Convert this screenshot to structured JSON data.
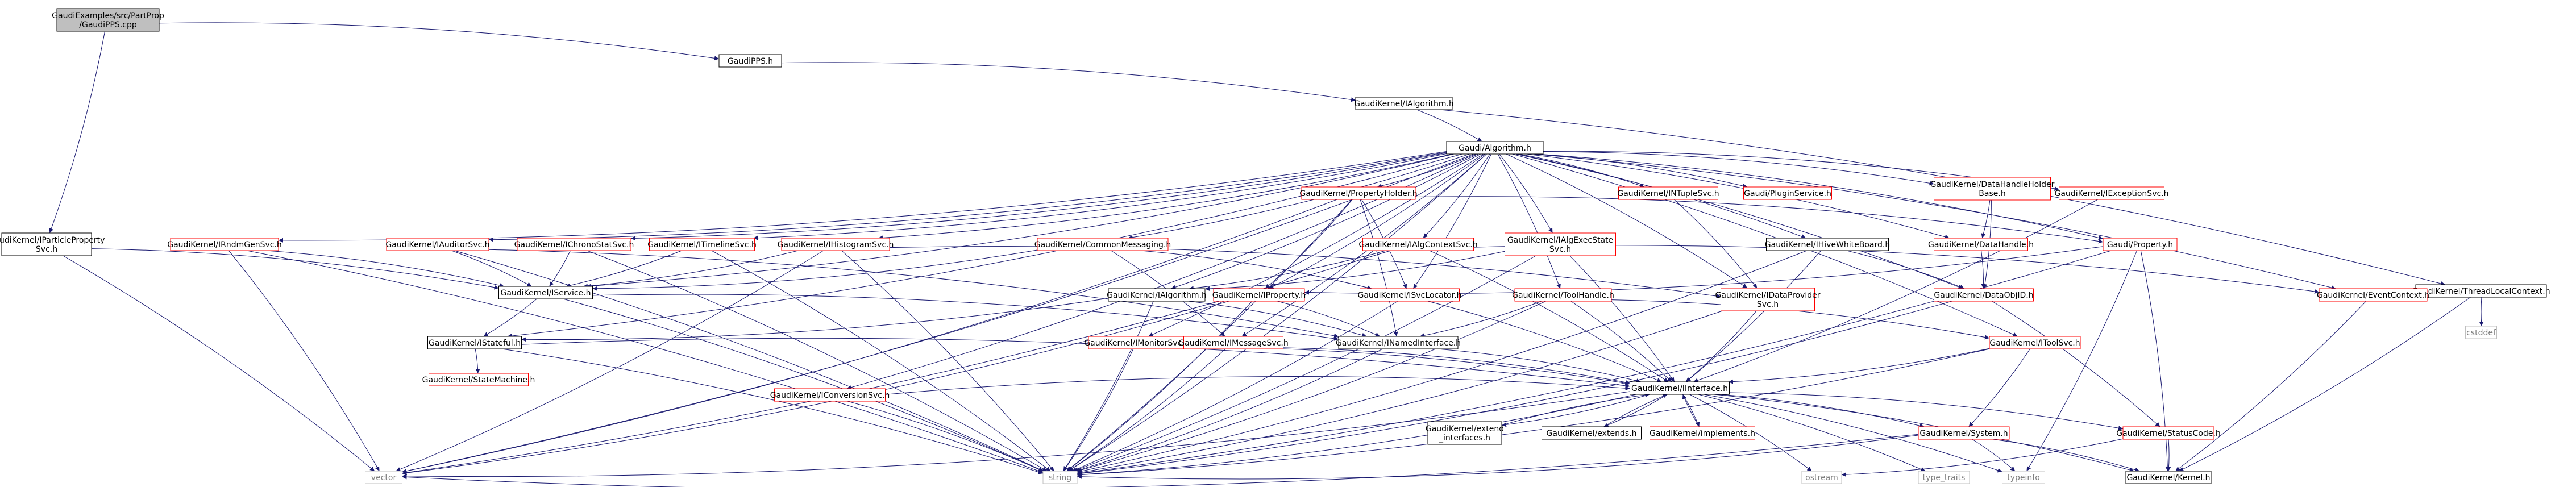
{
  "colors": {
    "edge": "#191970",
    "red_text": "#ff0000",
    "black_text": "#000000",
    "root_fill": "#bfbfbf",
    "node_fill": "#ffffff",
    "missing_border": "#bfbfbf",
    "missing_text": "#808080"
  },
  "nodes": [
    {
      "id": "root",
      "lines": [
        "GaudiExamples/src/PartProp",
        "/GaudiPPS.cpp"
      ],
      "style": "root"
    },
    {
      "id": "pps",
      "lines": [
        "GaudiPPS.h"
      ],
      "style": "black"
    },
    {
      "id": "ialg",
      "lines": [
        "GaudiKernel/IAlgorithm.h"
      ],
      "style": "black"
    },
    {
      "id": "ppsvc",
      "lines": [
        "GaudiKernel/IParticleProperty",
        "Svc.h"
      ],
      "style": "black"
    },
    {
      "id": "galg",
      "lines": [
        "Gaudi/Algorithm.h"
      ],
      "style": "black"
    },
    {
      "id": "tlc",
      "lines": [
        "GaudiKernel/ThreadLocalContext.h"
      ],
      "style": "black"
    },
    {
      "id": "rndm",
      "lines": [
        "GaudiKernel/IRndmGenSvc.h"
      ],
      "style": "red"
    },
    {
      "id": "audsvc",
      "lines": [
        "GaudiKernel/IAuditorSvc.h"
      ],
      "style": "red"
    },
    {
      "id": "chrono",
      "lines": [
        "GaudiKernel/IChronoStatSvc.h"
      ],
      "style": "red"
    },
    {
      "id": "timeline",
      "lines": [
        "GaudiKernel/ITimelineSvc.h"
      ],
      "style": "red"
    },
    {
      "id": "histo",
      "lines": [
        "GaudiKernel/IHistogramSvc.h"
      ],
      "style": "red"
    },
    {
      "id": "proph",
      "lines": [
        "GaudiKernel/PropertyHolder.h"
      ],
      "style": "red"
    },
    {
      "id": "cmsg",
      "lines": [
        "GaudiKernel/CommonMessaging.h"
      ],
      "style": "red"
    },
    {
      "id": "algctx",
      "lines": [
        "GaudiKernel/IAlgContextSvc.h"
      ],
      "style": "red"
    },
    {
      "id": "algexec",
      "lines": [
        "GaudiKernel/IAlgExecState",
        "Svc.h"
      ],
      "style": "red"
    },
    {
      "id": "ntuple",
      "lines": [
        "GaudiKernel/INTupleSvc.h"
      ],
      "style": "red"
    },
    {
      "id": "plugin",
      "lines": [
        "Gaudi/PluginService.h"
      ],
      "style": "red"
    },
    {
      "id": "iwb",
      "lines": [
        "GaudiKernel/IHiveWhiteBoard.h"
      ],
      "style": "black"
    },
    {
      "id": "dhh",
      "lines": [
        "GaudiKernel/DataHandleHolder",
        "Base.h"
      ],
      "style": "red"
    },
    {
      "id": "exc",
      "lines": [
        "GaudiKernel/IExceptionSvc.h"
      ],
      "style": "red"
    },
    {
      "id": "gprop",
      "lines": [
        "Gaudi/Property.h"
      ],
      "style": "red"
    },
    {
      "id": "evctx",
      "lines": [
        "GaudiKernel/EventContext.h"
      ],
      "style": "red"
    },
    {
      "id": "isvc",
      "lines": [
        "GaudiKernel/IService.h"
      ],
      "style": "black"
    },
    {
      "id": "ialg2",
      "lines": [
        "GaudiKernel/IAlgorithm.h"
      ],
      "style": "black"
    },
    {
      "id": "iprop",
      "lines": [
        "GaudiKernel/IProperty.h"
      ],
      "style": "red"
    },
    {
      "id": "isvcloc",
      "lines": [
        "GaudiKernel/ISvcLocator.h"
      ],
      "style": "red"
    },
    {
      "id": "toolh",
      "lines": [
        "GaudiKernel/ToolHandle.h"
      ],
      "style": "red"
    },
    {
      "id": "idp",
      "lines": [
        "GaudiKernel/IDataProvider",
        "Svc.h"
      ],
      "style": "red"
    },
    {
      "id": "dh",
      "lines": [
        "GaudiKernel/DataHandle.h"
      ],
      "style": "red"
    },
    {
      "id": "dobjid",
      "lines": [
        "GaudiKernel/DataObjID.h"
      ],
      "style": "red"
    },
    {
      "id": "cstddef",
      "lines": [
        "cstddef"
      ],
      "style": "missing"
    },
    {
      "id": "istate",
      "lines": [
        "GaudiKernel/IStateful.h"
      ],
      "style": "black"
    },
    {
      "id": "imon",
      "lines": [
        "GaudiKernel/IMonitorSvc.h"
      ],
      "style": "red"
    },
    {
      "id": "imsg",
      "lines": [
        "GaudiKernel/IMessageSvc.h"
      ],
      "style": "red"
    },
    {
      "id": "inamed",
      "lines": [
        "GaudiKernel/INamedInterface.h"
      ],
      "style": "black"
    },
    {
      "id": "itool",
      "lines": [
        "GaudiKernel/IToolSvc.h"
      ],
      "style": "red"
    },
    {
      "id": "sm",
      "lines": [
        "GaudiKernel/StateMachine.h"
      ],
      "style": "red"
    },
    {
      "id": "iconv",
      "lines": [
        "GaudiKernel/IConversionSvc.h"
      ],
      "style": "red"
    },
    {
      "id": "iiface",
      "lines": [
        "GaudiKernel/IInterface.h"
      ],
      "style": "black"
    },
    {
      "id": "extif",
      "lines": [
        "GaudiKernel/extend",
        "_interfaces.h"
      ],
      "style": "black"
    },
    {
      "id": "extends",
      "lines": [
        "GaudiKernel/extends.h"
      ],
      "style": "black"
    },
    {
      "id": "impl",
      "lines": [
        "GaudiKernel/implements.h"
      ],
      "style": "red"
    },
    {
      "id": "system",
      "lines": [
        "GaudiKernel/System.h"
      ],
      "style": "red"
    },
    {
      "id": "sc",
      "lines": [
        "GaudiKernel/StatusCode.h"
      ],
      "style": "red"
    },
    {
      "id": "vector",
      "lines": [
        "vector"
      ],
      "style": "missing"
    },
    {
      "id": "string",
      "lines": [
        "string"
      ],
      "style": "missing"
    },
    {
      "id": "ostream",
      "lines": [
        "ostream"
      ],
      "style": "missing"
    },
    {
      "id": "typetraits",
      "lines": [
        "type_traits"
      ],
      "style": "missing"
    },
    {
      "id": "typeinfo",
      "lines": [
        "typeinfo"
      ],
      "style": "missing"
    },
    {
      "id": "kernel",
      "lines": [
        "GaudiKernel/Kernel.h"
      ],
      "style": "black"
    }
  ],
  "edges": [
    [
      "root",
      "pps"
    ],
    [
      "root",
      "ppsvc"
    ],
    [
      "pps",
      "ialg"
    ],
    [
      "ialg",
      "galg"
    ],
    [
      "ialg",
      "tlc"
    ],
    [
      "ppsvc",
      "isvc"
    ],
    [
      "ppsvc",
      "vector"
    ],
    [
      "galg",
      "rndm"
    ],
    [
      "galg",
      "audsvc"
    ],
    [
      "galg",
      "chrono"
    ],
    [
      "galg",
      "timeline"
    ],
    [
      "galg",
      "histo"
    ],
    [
      "galg",
      "proph"
    ],
    [
      "galg",
      "cmsg"
    ],
    [
      "galg",
      "algctx"
    ],
    [
      "galg",
      "algexec"
    ],
    [
      "galg",
      "ntuple"
    ],
    [
      "galg",
      "plugin"
    ],
    [
      "galg",
      "iwb"
    ],
    [
      "galg",
      "dhh"
    ],
    [
      "galg",
      "exc"
    ],
    [
      "galg",
      "gprop"
    ],
    [
      "galg",
      "evctx"
    ],
    [
      "galg",
      "isvc"
    ],
    [
      "galg",
      "ialg2"
    ],
    [
      "galg",
      "iprop"
    ],
    [
      "galg",
      "isvcloc"
    ],
    [
      "galg",
      "toolh"
    ],
    [
      "galg",
      "idp"
    ],
    [
      "galg",
      "dh"
    ],
    [
      "galg",
      "dobjid"
    ],
    [
      "galg",
      "istate"
    ],
    [
      "galg",
      "imon"
    ],
    [
      "galg",
      "imsg"
    ],
    [
      "galg",
      "itool"
    ],
    [
      "galg",
      "iconv"
    ],
    [
      "galg",
      "vector"
    ],
    [
      "galg",
      "string"
    ],
    [
      "tlc",
      "evctx"
    ],
    [
      "tlc",
      "cstddef"
    ],
    [
      "tlc",
      "kernel"
    ],
    [
      "rndm",
      "isvc"
    ],
    [
      "rndm",
      "vector"
    ],
    [
      "rndm",
      "string"
    ],
    [
      "audsvc",
      "isvc"
    ],
    [
      "audsvc",
      "inamed"
    ],
    [
      "audsvc",
      "string"
    ],
    [
      "chrono",
      "isvc"
    ],
    [
      "chrono",
      "string"
    ],
    [
      "timeline",
      "isvc"
    ],
    [
      "timeline",
      "string"
    ],
    [
      "histo",
      "isvc"
    ],
    [
      "histo",
      "string"
    ],
    [
      "histo",
      "vector"
    ],
    [
      "histo",
      "idp"
    ],
    [
      "proph",
      "gprop"
    ],
    [
      "proph",
      "iprop"
    ],
    [
      "proph",
      "inamed"
    ],
    [
      "proph",
      "isvcloc"
    ],
    [
      "proph",
      "string"
    ],
    [
      "proph",
      "vector"
    ],
    [
      "cmsg",
      "imsg"
    ],
    [
      "cmsg",
      "isvc"
    ],
    [
      "cmsg",
      "isvcloc"
    ],
    [
      "algctx",
      "ialg2"
    ],
    [
      "algctx",
      "iiface"
    ],
    [
      "algctx",
      "evctx"
    ],
    [
      "algctx",
      "vector"
    ],
    [
      "algexec",
      "iiface"
    ],
    [
      "algexec",
      "string"
    ],
    [
      "algexec",
      "ialg2"
    ],
    [
      "ntuple",
      "idp"
    ],
    [
      "iwb",
      "iiface"
    ],
    [
      "iwb",
      "dobjid"
    ],
    [
      "iwb",
      "string"
    ],
    [
      "dhh",
      "dh"
    ],
    [
      "dhh",
      "dobjid"
    ],
    [
      "exc",
      "iiface"
    ],
    [
      "gprop",
      "iprop"
    ],
    [
      "gprop",
      "string"
    ],
    [
      "gprop",
      "kernel"
    ],
    [
      "gprop",
      "typeinfo"
    ],
    [
      "evctx",
      "kernel"
    ],
    [
      "isvc",
      "istate"
    ],
    [
      "isvc",
      "inamed"
    ],
    [
      "isvc",
      "string"
    ],
    [
      "ialg2",
      "inamed"
    ],
    [
      "ialg2",
      "istate"
    ],
    [
      "ialg2",
      "string"
    ],
    [
      "iprop",
      "inamed"
    ],
    [
      "iprop",
      "string"
    ],
    [
      "iprop",
      "vector"
    ],
    [
      "isvcloc",
      "iiface"
    ],
    [
      "isvcloc",
      "string"
    ],
    [
      "toolh",
      "inamed"
    ],
    [
      "toolh",
      "itool"
    ],
    [
      "toolh",
      "iiface"
    ],
    [
      "toolh",
      "string"
    ],
    [
      "idp",
      "iiface"
    ],
    [
      "idp",
      "string"
    ],
    [
      "dh",
      "dobjid"
    ],
    [
      "dobjid",
      "sc"
    ],
    [
      "dobjid",
      "string"
    ],
    [
      "istate",
      "iiface"
    ],
    [
      "istate",
      "sm"
    ],
    [
      "istate",
      "string"
    ],
    [
      "imon",
      "iiface"
    ],
    [
      "imon",
      "string"
    ],
    [
      "imsg",
      "iiface"
    ],
    [
      "imsg",
      "string"
    ],
    [
      "inamed",
      "iiface"
    ],
    [
      "inamed",
      "string"
    ],
    [
      "itool",
      "iiface"
    ],
    [
      "itool",
      "system"
    ],
    [
      "itool",
      "string"
    ],
    [
      "iconv",
      "iiface"
    ],
    [
      "iconv",
      "string"
    ],
    [
      "iiface",
      "system"
    ],
    [
      "iiface",
      "sc"
    ],
    [
      "iiface",
      "kernel"
    ],
    [
      "iiface",
      "string"
    ],
    [
      "iiface",
      "ostream"
    ],
    [
      "iiface",
      "typetraits"
    ],
    [
      "iiface",
      "typeinfo"
    ],
    [
      "iiface",
      "vector"
    ],
    [
      "iiface",
      "extif"
    ],
    [
      "iiface",
      "extends"
    ],
    [
      "iiface",
      "impl"
    ],
    [
      "extif",
      "iiface"
    ],
    [
      "extends",
      "iiface"
    ],
    [
      "impl",
      "iiface"
    ],
    [
      "system",
      "kernel"
    ],
    [
      "system",
      "string"
    ],
    [
      "system",
      "typeinfo"
    ],
    [
      "system",
      "vector"
    ],
    [
      "sc",
      "kernel"
    ],
    [
      "sc",
      "ostream"
    ]
  ]
}
